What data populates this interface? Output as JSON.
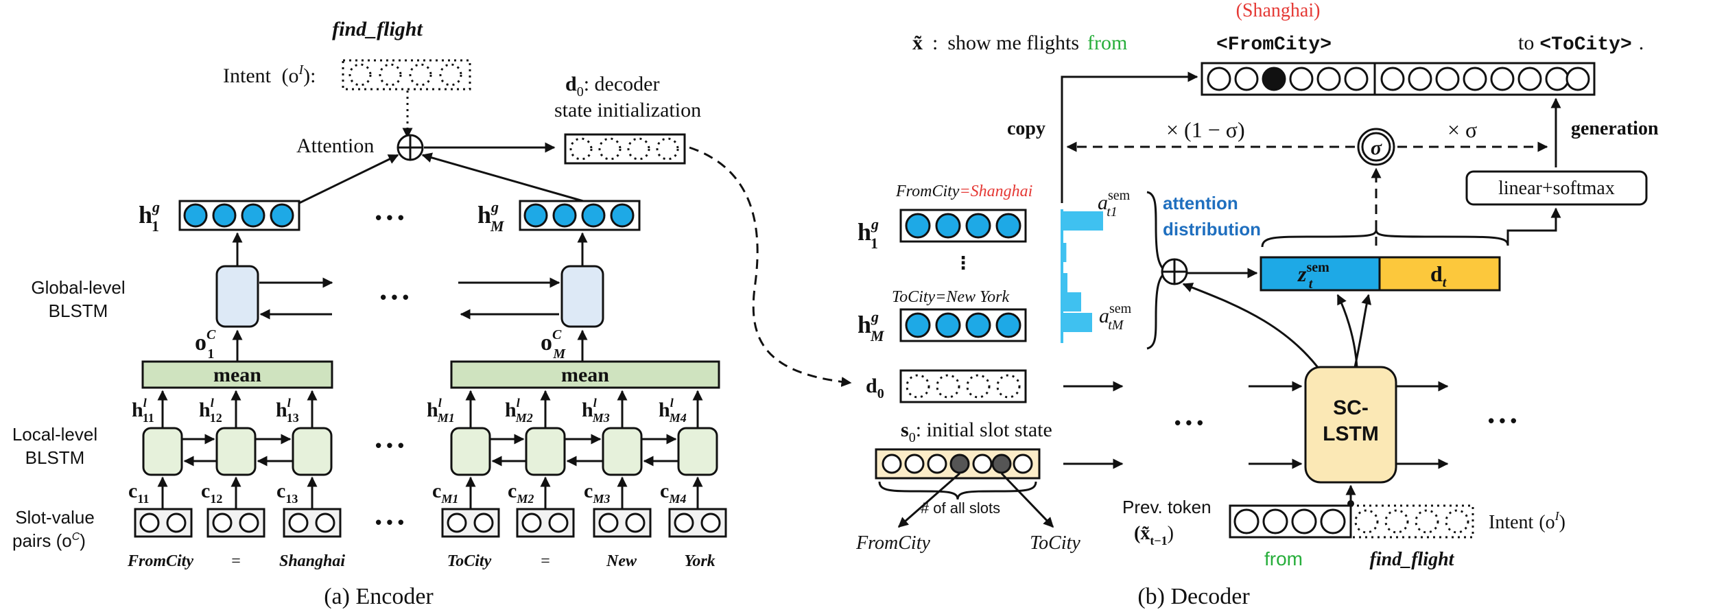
{
  "colors": {
    "blue_cell": "#1ea9e6",
    "green_box": "#cfe3bf",
    "green_cell": "#e6f1db",
    "lstm_blue": "#dde9f6",
    "lstm_yellow": "#fbe8b5",
    "slot_bg": "#fbecc8",
    "peach_cell": "#fbe3d0",
    "purple_cell": "#c9b5dd",
    "dark_cell": "#555555",
    "bar_blue": "#3fc1f0",
    "z_blue": "#1ea9e6",
    "d_yellow": "#fcc83c",
    "red": "#e53935",
    "green_text": "#27ae3b",
    "attn_blue": "#1f6fbf"
  },
  "encoder": {
    "caption": "(a) Encoder",
    "intent_name": "find_flight",
    "intent_label": "Intent",
    "intent_sym": "(o",
    "intent_sup": "I",
    "intent_close": "):",
    "attention_label": "Attention",
    "d0_sym": "d",
    "d0_sub": "0",
    "d0_text1": ": decoder",
    "d0_text2": "state initialization",
    "h1g_base": "h",
    "h1g_sup": "g",
    "h1g_sub": "1",
    "hMg_base": "h",
    "hMg_sup": "g",
    "hMg_sub": "M",
    "global_label_1": "Global-level",
    "global_label_2": "BLSTM",
    "o1c_base": "o",
    "o1c_sup": "C",
    "o1c_sub": "1",
    "oMc_base": "o",
    "oMc_sup": "C",
    "oMc_sub": "M",
    "mean_label": "mean",
    "local_label_1": "Local-level",
    "local_label_2": "BLSTM",
    "slot_label_1": "Slot-value",
    "slot_label_2": "pairs (o",
    "slot_label_sup": "C",
    "slot_label_close": ")",
    "ellipsis": "• • •",
    "h_local_base": "h",
    "h_local_sup": "l",
    "h_local_subs_left": [
      "11",
      "12",
      "13"
    ],
    "h_local_subs_right": [
      "M1",
      "M2",
      "M3",
      "M4"
    ],
    "c_base": "c",
    "c_subs_left": [
      "11",
      "12",
      "13"
    ],
    "c_subs_right": [
      "M1",
      "M2",
      "M3",
      "M4"
    ],
    "tokens_left": [
      "FromCity",
      "=",
      "Shanghai"
    ],
    "tokens_right": [
      "ToCity",
      "=",
      "New",
      "York"
    ]
  },
  "decoder": {
    "caption": "(b) Decoder",
    "shanghai_paren": "(Shanghai)",
    "x_sym": "x̃",
    "colon": ":",
    "sentence_1": "show me flights",
    "sentence_from": "from",
    "fromcity_tag": "<FromCity>",
    "sentence_to": "to",
    "tocity_tag": "<ToCity>",
    "period": ".",
    "copy_label": "copy",
    "generation_label": "generation",
    "one_minus_sigma": "× (1 − σ)",
    "times_sigma": "× σ",
    "sigma": "σ",
    "linear_softmax": "linear+softmax",
    "fromcity_eq_key": "FromCity",
    "fromcity_eq_val": "=Shanghai",
    "tocity_eq": "ToCity=New York",
    "attn_dist_1": "attention",
    "attn_dist_2": "distribution",
    "a_t1": "a",
    "a_t1_sup": "sem",
    "a_t1_sub": "t1",
    "a_tM": "a",
    "a_tM_sup": "sem",
    "a_tM_sub": "tM",
    "z_sym": "z",
    "z_sup": "sem",
    "z_sub": "t",
    "dt_sym": "d",
    "dt_sub": "t",
    "d0_sym": "d",
    "d0_sub": "0",
    "s0_sym": "s",
    "s0_sub": "0",
    "s0_text": ": initial slot state",
    "num_slots": "# of all slots",
    "fromcity_out": "FromCity",
    "tocity_out": "ToCity",
    "sclstm_1": "SC-",
    "sclstm_2": "LSTM",
    "prev_token_1": "Prev. token",
    "prev_token_2": "(x̃",
    "prev_token_sub": "t−1",
    "prev_token_close": ")",
    "intent_label": "Intent",
    "intent_sym": "(o",
    "intent_sup": "I",
    "intent_close": ")",
    "prev_word": "from",
    "intent_word": "find_flight",
    "ellipsis": "• • •",
    "attention_weights": [
      0.75,
      0.08,
      0.1,
      0.35,
      0.55
    ]
  }
}
